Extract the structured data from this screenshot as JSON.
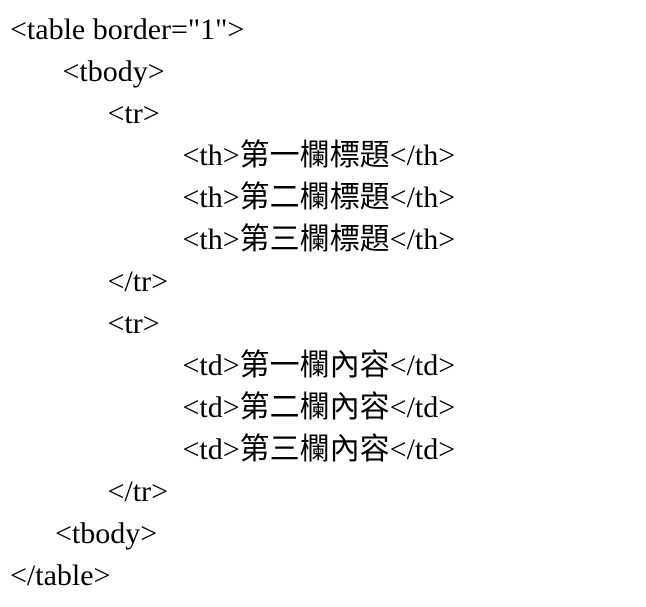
{
  "code": {
    "language": "html-source-listing",
    "lines": [
      "<table border=\"1\">",
      "       <tbody>",
      "             <tr>",
      "                       <th>第一欄標題</th>",
      "                       <th>第二欄標題</th>",
      "                       <th>第三欄標題</th>",
      "             </tr>",
      "             <tr>",
      "                       <td>第一欄內容</td>",
      "                       <td>第二欄內容</td>",
      "                       <td>第三欄內容</td>",
      "             </tr>",
      "      <tbody>",
      "</table>"
    ]
  }
}
